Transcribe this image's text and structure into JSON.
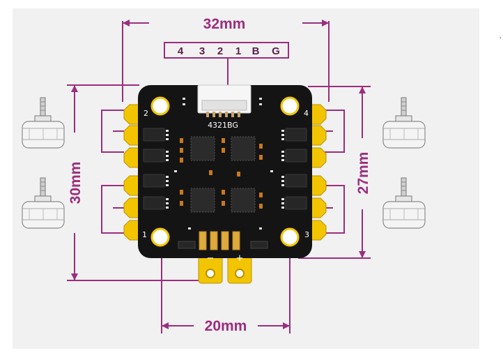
{
  "dimensions": {
    "top_width": "32mm",
    "bottom_width": "20mm",
    "left_height": "30mm",
    "right_height": "27mm"
  },
  "connector": {
    "pins": [
      "4",
      "3",
      "2",
      "1",
      "B",
      "G"
    ],
    "silkscreen": "4321BG"
  },
  "mounting_holes": {
    "top_left": "2",
    "top_right": "4",
    "bottom_left": "1",
    "bottom_right": "3"
  },
  "power_pads": {
    "negative": "−",
    "positive": "+"
  },
  "colors": {
    "dimension_line": "#9c2d7f",
    "board": "#141414",
    "pad": "#f2c500",
    "background_panel": "#f1f1f1"
  },
  "corner_mark": "·"
}
